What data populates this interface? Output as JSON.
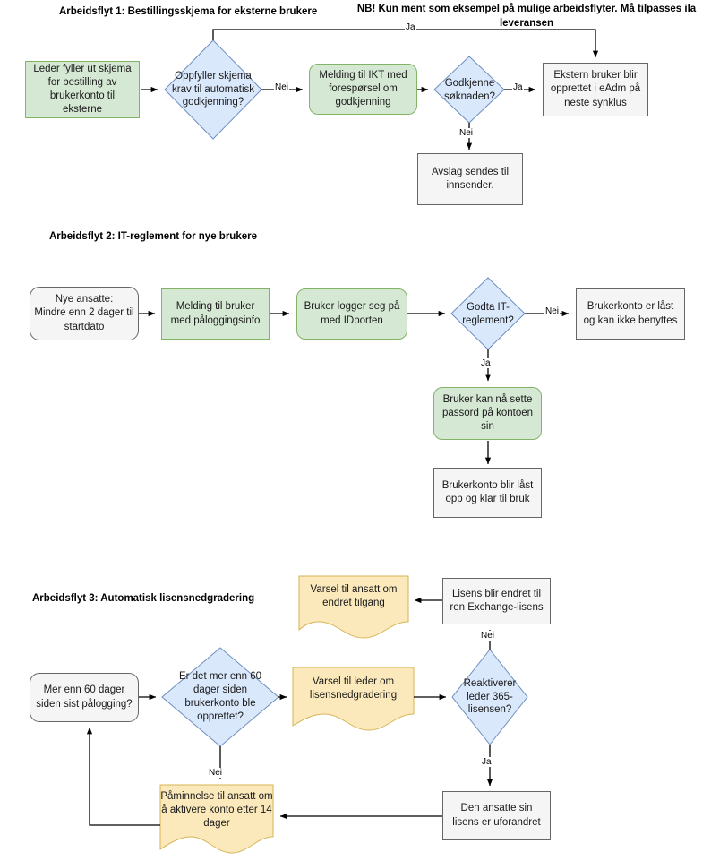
{
  "page": {
    "note_title": "NB! Kun ment som eksempel på mulige arbeidsflyter. Må tilpasses ila leveransen"
  },
  "flows": [
    {
      "id": "flow1",
      "title": "Arbeidsflyt 1: Bestillingsskjema for eksterne brukere",
      "nodes": [
        {
          "id": "f1n1",
          "shape": "rect",
          "style": "green",
          "label": "Leder fyller ut skjema for bestilling av brukerkonto til eksterne"
        },
        {
          "id": "f1n2",
          "shape": "diamond",
          "style": "blue",
          "label": "Oppfyller skjema krav til automatisk godkjenning?"
        },
        {
          "id": "f1n3",
          "shape": "rounded",
          "style": "green",
          "label": "Melding til IKT med forespørsel om godkjenning"
        },
        {
          "id": "f1n4",
          "shape": "diamond",
          "style": "blue",
          "label": "Godkjenne søknaden?"
        },
        {
          "id": "f1n5",
          "shape": "rect",
          "style": "grey",
          "label": "Ekstern bruker blir opprettet i eAdm på neste synklus"
        },
        {
          "id": "f1n6",
          "shape": "rect",
          "style": "grey",
          "label": "Avslag sendes til innsender."
        }
      ],
      "edges": [
        {
          "from": "f1n1",
          "to": "f1n2",
          "label": ""
        },
        {
          "from": "f1n2",
          "to": "f1n5",
          "label": "Ja"
        },
        {
          "from": "f1n2",
          "to": "f1n3",
          "label": "Nei"
        },
        {
          "from": "f1n3",
          "to": "f1n4",
          "label": ""
        },
        {
          "from": "f1n4",
          "to": "f1n5",
          "label": "Ja"
        },
        {
          "from": "f1n4",
          "to": "f1n6",
          "label": "Nei"
        }
      ]
    },
    {
      "id": "flow2",
      "title": "Arbeidsflyt 2: IT-reglement for nye brukere",
      "nodes": [
        {
          "id": "f2n1",
          "shape": "rounded",
          "style": "grey",
          "label": "Nye ansatte:\nMindre enn 2 dager til startdato"
        },
        {
          "id": "f2n2",
          "shape": "rect",
          "style": "green",
          "label": "Melding til bruker med påloggingsinfo"
        },
        {
          "id": "f2n3",
          "shape": "rounded",
          "style": "green",
          "label": "Bruker logger seg på med IDporten"
        },
        {
          "id": "f2n4",
          "shape": "diamond",
          "style": "blue",
          "label": "Godta IT-reglement?"
        },
        {
          "id": "f2n5",
          "shape": "rect",
          "style": "grey",
          "label": "Brukerkonto er låst og kan ikke benyttes"
        },
        {
          "id": "f2n6",
          "shape": "rounded",
          "style": "green",
          "label": "Bruker kan nå sette passord på kontoen sin"
        },
        {
          "id": "f2n7",
          "shape": "rect",
          "style": "grey",
          "label": "Brukerkonto blir låst opp og klar til bruk"
        }
      ],
      "edges": [
        {
          "from": "f2n1",
          "to": "f2n2",
          "label": ""
        },
        {
          "from": "f2n2",
          "to": "f2n3",
          "label": ""
        },
        {
          "from": "f2n3",
          "to": "f2n4",
          "label": ""
        },
        {
          "from": "f2n4",
          "to": "f2n5",
          "label": "Nei"
        },
        {
          "from": "f2n4",
          "to": "f2n6",
          "label": "Ja"
        },
        {
          "from": "f2n6",
          "to": "f2n7",
          "label": ""
        }
      ]
    },
    {
      "id": "flow3",
      "title": "Arbeidsflyt 3: Automatisk lisensnedgradering",
      "nodes": [
        {
          "id": "f3n1",
          "shape": "rounded",
          "style": "grey",
          "label": "Mer enn 60 dager siden sist pålogging?"
        },
        {
          "id": "f3n2",
          "shape": "diamond",
          "style": "blue",
          "label": "Er det mer enn 60 dager siden brukerkonto ble opprettet?"
        },
        {
          "id": "f3n3",
          "shape": "document",
          "style": "yellow",
          "label": "Varsel til leder om lisensnedgradering"
        },
        {
          "id": "f3n4",
          "shape": "diamond",
          "style": "blue",
          "label": "Reaktiverer leder 365-lisensen?"
        },
        {
          "id": "f3n5",
          "shape": "rect",
          "style": "grey",
          "label": "Lisens blir endret til ren Exchange-lisens"
        },
        {
          "id": "f3n6",
          "shape": "document",
          "style": "yellow",
          "label": "Varsel til ansatt om endret tilgang"
        },
        {
          "id": "f3n7",
          "shape": "rect",
          "style": "grey",
          "label": "Den ansatte sin lisens er uforandret"
        },
        {
          "id": "f3n8",
          "shape": "document",
          "style": "yellow",
          "label": "Påminnelse til ansatt om å aktivere konto etter 14 dager"
        }
      ],
      "edges": [
        {
          "from": "f3n1",
          "to": "f3n2",
          "label": ""
        },
        {
          "from": "f3n2",
          "to": "f3n3",
          "label": ""
        },
        {
          "from": "f3n2",
          "to": "f3n8",
          "label": "Nei"
        },
        {
          "from": "f3n3",
          "to": "f3n4",
          "label": ""
        },
        {
          "from": "f3n4",
          "to": "f3n5",
          "label": "Nei"
        },
        {
          "from": "f3n4",
          "to": "f3n7",
          "label": "Ja"
        },
        {
          "from": "f3n5",
          "to": "f3n6",
          "label": ""
        },
        {
          "from": "f3n7",
          "to": "f3n8",
          "label": ""
        },
        {
          "from": "f3n8",
          "to": "f3n1",
          "label": ""
        }
      ]
    }
  ],
  "colors": {
    "green_fill": "#d5e8d4",
    "green_stroke": "#82b366",
    "blue_fill": "#dae8fc",
    "blue_stroke": "#6c8ebf",
    "grey_fill": "#f5f5f5",
    "grey_stroke": "#666666",
    "yellow_fill": "#ffe6cc_light",
    "yellow_stroke": "#d6b656",
    "edge": "#000000"
  }
}
